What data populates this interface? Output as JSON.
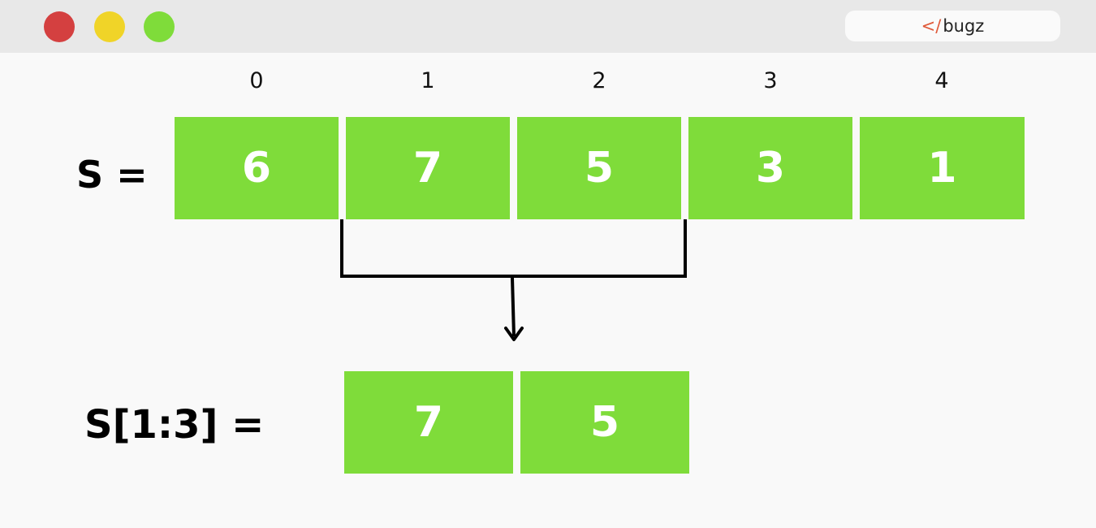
{
  "window": {
    "buttons": [
      "close",
      "minimize",
      "maximize"
    ],
    "colors": {
      "close": "#d44040",
      "minimize": "#f0d428",
      "maximize": "#7fdc3a"
    },
    "url_bar": {
      "tag_symbol": "</",
      "text": "bugz",
      "tag_color": "#e05a3a"
    }
  },
  "diagram": {
    "indices": [
      "0",
      "1",
      "2",
      "3",
      "4"
    ],
    "array_label": "S =",
    "array_values": [
      "6",
      "7",
      "5",
      "3",
      "1"
    ],
    "slice_label": "S[1:3] =",
    "slice_values": [
      "7",
      "5"
    ],
    "cell_color": "#7fdc3a",
    "connector": "bracket spanning elements 1 to 2 with arrow down to result"
  }
}
